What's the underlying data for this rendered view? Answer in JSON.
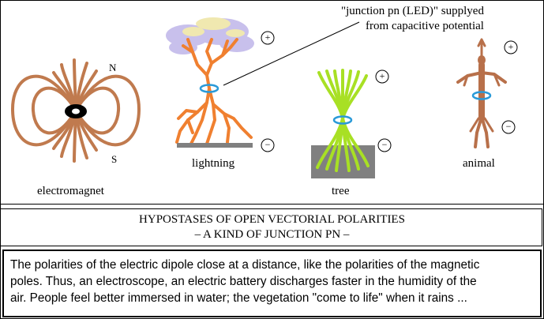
{
  "callout": {
    "line1": "\"junction pn (LED)\" supplyed",
    "line2": "from capacitive potential"
  },
  "poles": {
    "north": "N",
    "south": "S",
    "plus": "+",
    "minus": "−"
  },
  "labels": {
    "electromagnet": "electromagnet",
    "lightning": "lightning",
    "tree": "tree",
    "animal": "animal"
  },
  "title": {
    "line1": "HYPOSTASES OF OPEN VECTORIAL POLARITIES",
    "line2": "– A KIND OF JUNCTION PN –"
  },
  "description": "The polarities of the electric dipole close at a distance, like the polarities of the magnetic\npoles. Thus, an electroscope, an electric battery discharges faster in the humidity of the\nair. People feel better immersed in water; the vegetation \"come to life\" when it rains ...",
  "colors": {
    "field_lines": "#c07a4e",
    "lightning": "#f08030",
    "tree": "#a8e024",
    "animal": "#b8704a",
    "junction_ring": "#2a9ad8",
    "cloud": "#c8c0ec",
    "cloud_light": "#f0e8b0",
    "ground": "#808080"
  }
}
